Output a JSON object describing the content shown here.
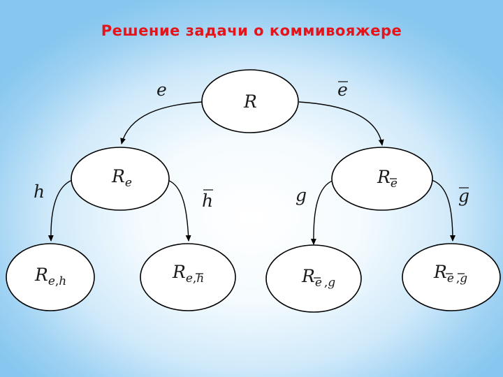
{
  "title": "Решение задачи о коммивояжере",
  "nodes": {
    "root": "R",
    "left": {
      "base": "R",
      "sub": "e"
    },
    "right": {
      "base": "R",
      "sub": "e"
    },
    "ll": {
      "base": "R",
      "sub1": "e",
      "sub2": "h"
    },
    "lr": {
      "base": "R",
      "sub1": "e",
      "sub2": "h"
    },
    "rl": {
      "base": "R",
      "sub1": "e",
      "sub2": "g"
    },
    "rr": {
      "base": "R",
      "sub1": "e",
      "sub2": "g"
    }
  },
  "edge_labels": {
    "root_left": "e",
    "root_right": "e",
    "left_left": "h",
    "left_right": "h",
    "right_left": "g",
    "right_right": "g"
  },
  "colors": {
    "title": "#e3141a",
    "stroke": "#000000",
    "node_fill": "#ffffff"
  }
}
